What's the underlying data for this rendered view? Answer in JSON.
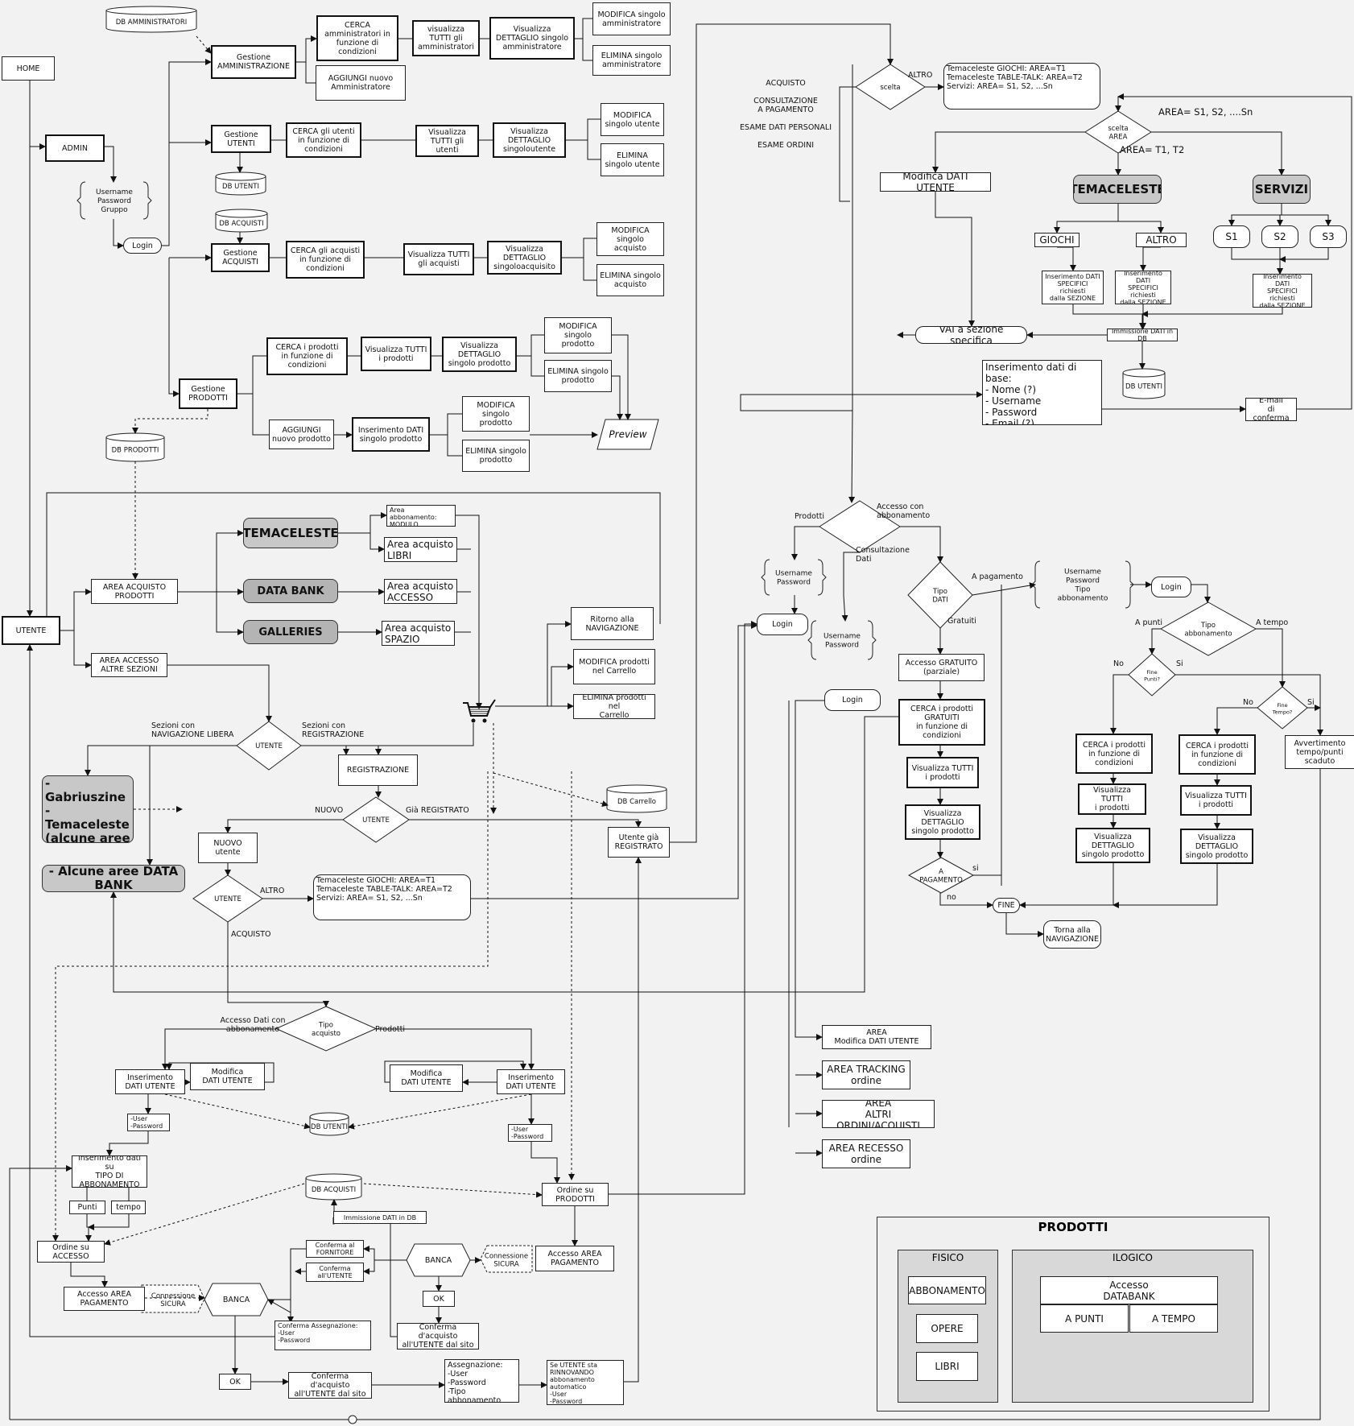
{
  "legend": {
    "title": "PRODOTTI",
    "fisico": {
      "title": "FISICO",
      "items": [
        "ABBONAMENTO",
        "OPERE",
        "LIBRI"
      ]
    },
    "ilogico": {
      "title": "ILOGICO",
      "items": [
        "Accesso\nDATABANK",
        "A PUNTI",
        "A TEMPO"
      ]
    }
  },
  "nodes": [
    {
      "id": "home",
      "text": "HOME",
      "cls": "box"
    },
    {
      "id": "admin",
      "text": "ADMIN",
      "cls": "box thick"
    },
    {
      "id": "login_admin",
      "text": "Login",
      "cls": "box rounded"
    },
    {
      "id": "utente",
      "text": "UTENTE",
      "cls": "box thick"
    },
    {
      "id": "gest_amm",
      "text": "Gestione\nAMMINISTRAZIONE",
      "cls": "box thick"
    },
    {
      "id": "cerca_amm",
      "text": "CERCA\namministratori in\nfunzione di condizioni",
      "cls": "box thick"
    },
    {
      "id": "vis_tutti_amm",
      "text": "visualizza\nTUTTI gli\namministratori",
      "cls": "box thick"
    },
    {
      "id": "vis_det_amm",
      "text": "Visualizza\nDETTAGLIO singolo\namministratore",
      "cls": "box thick"
    },
    {
      "id": "mod_amm",
      "text": "MODIFICA singolo\namministratore",
      "cls": "box"
    },
    {
      "id": "elim_amm",
      "text": "ELIMINA singolo\namministratore",
      "cls": "box"
    },
    {
      "id": "agg_amm",
      "text": "AGGIUNGI nuovo\nAmministratore",
      "cls": "box"
    },
    {
      "id": "gest_ut",
      "text": "Gestione\nUTENTI",
      "cls": "box thick"
    },
    {
      "id": "cerca_ut",
      "text": "CERCA gli utenti\nin funzione di\ncondizioni",
      "cls": "box thick"
    },
    {
      "id": "vis_tutti_ut",
      "text": "Visualizza\nTUTTI gli utenti",
      "cls": "box thick"
    },
    {
      "id": "vis_det_ut",
      "text": "Visualizza\nDETTAGLIO\nsingoloutente",
      "cls": "box thick"
    },
    {
      "id": "mod_ut",
      "text": "MODIFICA\nsingolo utente",
      "cls": "box"
    },
    {
      "id": "elim_ut",
      "text": "ELIMINA\nsingolo utente",
      "cls": "box"
    },
    {
      "id": "gest_acq",
      "text": "Gestione\nACQUISTI",
      "cls": "box thick"
    },
    {
      "id": "cerca_acq",
      "text": "CERCA gli acquisti\nin funzione di\ncondizioni",
      "cls": "box thick"
    },
    {
      "id": "vis_tutti_acq",
      "text": "Visualizza TUTTI\ngli acquisti",
      "cls": "box thick"
    },
    {
      "id": "vis_det_acq",
      "text": "Visualizza\nDETTAGLIO\nsingoloacquisito",
      "cls": "box thick"
    },
    {
      "id": "mod_acq",
      "text": "MODIFICA\nsingolo\nacquisto",
      "cls": "box"
    },
    {
      "id": "elim_acq",
      "text": "ELIMINA singolo\nacquisto",
      "cls": "box"
    },
    {
      "id": "gest_prod",
      "text": "Gestione\nPRODOTTI",
      "cls": "box thick"
    },
    {
      "id": "cerca_prod",
      "text": "CERCA i prodotti\nin funzione di\ncondizioni",
      "cls": "box thick"
    },
    {
      "id": "vis_tutti_prod",
      "text": "Visualizza TUTTI\ni prodotti",
      "cls": "box thick"
    },
    {
      "id": "vis_det_prod",
      "text": "Visualizza\nDETTAGLIO\nsingolo prodotto",
      "cls": "box thick"
    },
    {
      "id": "mod_prod",
      "text": "MODIFICA\nsingolo\nprodotto",
      "cls": "box"
    },
    {
      "id": "elim_prod",
      "text": "ELIMINA singolo\nprodotto",
      "cls": "box"
    },
    {
      "id": "agg_prod",
      "text": "AGGIUNGI\nnuovo prodotto",
      "cls": "box"
    },
    {
      "id": "ins_dati_prod",
      "text": "Inserimento DATI\nsingolo prodotto",
      "cls": "box thick"
    },
    {
      "id": "mod_prod2",
      "text": "MODIFICA\nsingolo\nprodotto",
      "cls": "box"
    },
    {
      "id": "elim_prod2",
      "text": "ELIMINA singolo\nprodotto",
      "cls": "box"
    },
    {
      "id": "area_acq_prod",
      "text": "AREA ACQUISTO\nPRODOTTI",
      "cls": "box"
    },
    {
      "id": "area_acc_altre",
      "text": "AREA ACCESSO\nALTRE SEZIONI",
      "cls": "box"
    },
    {
      "id": "temaceleste_l",
      "text": "TEMACELESTE",
      "cls": "box grey"
    },
    {
      "id": "databank_l",
      "text": "DATA BANK",
      "cls": "box grey greydark"
    },
    {
      "id": "galleries_l",
      "text": "GALLERIES",
      "cls": "box grey greydark"
    },
    {
      "id": "area_abb_mod",
      "text": "Area abbonamento:\nMODULO",
      "cls": "box left small"
    },
    {
      "id": "area_acq_libri",
      "text": "Area acquisto\nLIBRI",
      "cls": "box left big"
    },
    {
      "id": "area_acq_accesso",
      "text": "Area acquisto\nACCESSO",
      "cls": "box left big"
    },
    {
      "id": "area_acq_spazio",
      "text": "Area acquisto\nSPAZIO",
      "cls": "box left big"
    },
    {
      "id": "ritorno_nav",
      "text": "Ritorno alla\nNAVIGAZIONE",
      "cls": "box"
    },
    {
      "id": "mod_carrello",
      "text": "MODIFICA  prodotti\nnel Carrello",
      "cls": "box"
    },
    {
      "id": "elim_carrello",
      "text": "ELIMINA prodotti nel\nCarrello",
      "cls": "box"
    },
    {
      "id": "gabriuszine",
      "text": "- Gabriuszine\n- Temaceleste\n(alcune aree )\n- Galleries",
      "cls": "box grey left"
    },
    {
      "id": "alcune_databank",
      "text": "- Alcune aree DATA BANK",
      "cls": "box grey"
    },
    {
      "id": "registrazione",
      "text": "REGISTRAZIONE",
      "cls": "box"
    },
    {
      "id": "nuovo_utente",
      "text": "NUOVO\nutente",
      "cls": "box"
    },
    {
      "id": "utente_gia_reg",
      "text": "Utente già\nREGISTRATO",
      "cls": "box"
    },
    {
      "id": "temaceleste_info_l",
      "text": "Temaceleste GIOCHI: AREA=T1\nTemaceleste TABLE-TALK: AREA=T2\nServizi: AREA= S1, S2, ...Sn",
      "cls": "box left rounded"
    },
    {
      "id": "ins_dati_ut_l",
      "text": "Inserimento\nDATI UTENTE",
      "cls": "box"
    },
    {
      "id": "mod_dati_ut_l",
      "text": "Modifica\nDATI UTENTE",
      "cls": "box"
    },
    {
      "id": "mod_dati_ut_r",
      "text": "Modifica\nDATI UTENTE",
      "cls": "box"
    },
    {
      "id": "ins_dati_ut_r",
      "text": "Inserimento\nDATI UTENTE",
      "cls": "box"
    },
    {
      "id": "user_pw_l",
      "text": "-User\n-Password",
      "cls": "box left small"
    },
    {
      "id": "user_pw_r",
      "text": "-User\n-Password",
      "cls": "box left small"
    },
    {
      "id": "ins_tipo_abb",
      "text": "Inserimento dati su\nTIPO DI\nABBONAMENTO",
      "cls": "box"
    },
    {
      "id": "punti",
      "text": "Punti",
      "cls": "box"
    },
    {
      "id": "tempo",
      "text": "tempo",
      "cls": "box"
    },
    {
      "id": "ordine_accesso",
      "text": "Ordine su\nACCESSO",
      "cls": "box"
    },
    {
      "id": "ordine_prodotti",
      "text": "Ordine su\nPRODOTTI",
      "cls": "box"
    },
    {
      "id": "immissione_db_l",
      "text": "Immissione DATI in DB",
      "cls": "box small"
    },
    {
      "id": "conf_fornitore",
      "text": "Conferma al\nFORNITORE",
      "cls": "box small"
    },
    {
      "id": "conf_utente",
      "text": "Conferma\nall'UTENTE",
      "cls": "box small"
    },
    {
      "id": "acc_area_pag_r",
      "text": "Accesso AREA\nPAGAMENTO",
      "cls": "box"
    },
    {
      "id": "acc_area_pag_l",
      "text": "Accesso AREA\nPAGAMENTO",
      "cls": "box"
    },
    {
      "id": "ok_r",
      "text": "OK",
      "cls": "box"
    },
    {
      "id": "conf_acq_r",
      "text": "Conferma d'acquisto\nall'UTENTE dal sito",
      "cls": "box"
    },
    {
      "id": "conf_assegn",
      "text": "Conferma Assegnazione:\n-User\n-Password",
      "cls": "box left small"
    },
    {
      "id": "ok_l",
      "text": "OK",
      "cls": "box"
    },
    {
      "id": "conf_acq_l",
      "text": "Conferma d'acquisto\nall'UTENTE dal sito",
      "cls": "box"
    },
    {
      "id": "assegnazione",
      "text": "Assegnazione:\n-User\n-Password\n-Tipo abbonamento",
      "cls": "box left"
    },
    {
      "id": "rinnovando",
      "text": "Se UTENTE sta\nRINNOVANDO\nabbonamento automatico\n-User\n-Password",
      "cls": "box left small"
    },
    {
      "id": "temaceleste_info_r",
      "text": "Temaceleste GIOCHI: AREA=T1\nTemaceleste TABLE-TALK: AREA=T2\nServizi: AREA= S1, S2, ...Sn",
      "cls": "box left rounded"
    },
    {
      "id": "mod_dati_ut_top",
      "text": "Modifica DATI UTENTE",
      "cls": "box big"
    },
    {
      "id": "temaceleste_r",
      "text": "TEMACELESTE",
      "cls": "box grey"
    },
    {
      "id": "servizi_r",
      "text": "SERVIZI",
      "cls": "box grey"
    },
    {
      "id": "giochi",
      "text": "GIOCHI",
      "cls": "box big"
    },
    {
      "id": "altro_r",
      "text": "ALTRO",
      "cls": "box big"
    },
    {
      "id": "s1",
      "text": "S1",
      "cls": "box rounded big"
    },
    {
      "id": "s2",
      "text": "S2",
      "cls": "box rounded big"
    },
    {
      "id": "s3",
      "text": "S3",
      "cls": "box rounded big"
    },
    {
      "id": "ins_spec_1",
      "text": "Inserimento DATI\nSPECIFICI richiesti\ndalla SEZIONE",
      "cls": "box small"
    },
    {
      "id": "ins_spec_2",
      "text": "Inserimento DATI\nSPECIFICI richiesti\ndalla SEZIONE",
      "cls": "box small"
    },
    {
      "id": "ins_spec_3",
      "text": "Inserimento DATI\nSPECIFICI richiesti\ndalla SEZIONE",
      "cls": "box small"
    },
    {
      "id": "immissione_db_r",
      "text": "Immissione DATI in DB",
      "cls": "box small"
    },
    {
      "id": "vai_sezione",
      "text": "VAI a sezione specifica",
      "cls": "box rounded big"
    },
    {
      "id": "ins_dati_base",
      "text": "Inserimento dati di base:\n- Nome (?)\n- Username\n- Password\n- Email (?)",
      "cls": "box left big"
    },
    {
      "id": "email_conf",
      "text": "E-mail\ndi conferma",
      "cls": "box"
    },
    {
      "id": "login_r1",
      "text": "Login",
      "cls": "box rounded"
    },
    {
      "id": "login_r2",
      "text": "Login",
      "cls": "box rounded"
    },
    {
      "id": "login_r3",
      "text": "Login",
      "cls": "box rounded"
    },
    {
      "id": "acc_gratuito",
      "text": "Accesso GRATUITO\n(parziale)",
      "cls": "box"
    },
    {
      "id": "cerca_grat",
      "text": "CERCA i prodotti\nGRATUITI\nin funzione di\ncondizioni",
      "cls": "box thick"
    },
    {
      "id": "vis_tutti_grat",
      "text": "Visualizza TUTTI\ni prodotti",
      "cls": "box thick"
    },
    {
      "id": "vis_det_grat",
      "text": "Visualizza\nDETTAGLIO\nsingolo prodotto",
      "cls": "box thick"
    },
    {
      "id": "fine",
      "text": "FINE",
      "cls": "box rounded"
    },
    {
      "id": "torna_nav",
      "text": "Torna alla\nNAVIGAZIONE",
      "cls": "box rounded"
    },
    {
      "id": "cerca_punti",
      "text": "CERCA i prodotti\nin funzione di\ncondizioni",
      "cls": "box thick"
    },
    {
      "id": "vis_tutti_punti",
      "text": "Visualizza TUTTI\ni prodotti",
      "cls": "box thick"
    },
    {
      "id": "vis_det_punti",
      "text": "Visualizza\nDETTAGLIO\nsingolo prodotto",
      "cls": "box thick"
    },
    {
      "id": "cerca_tempo",
      "text": "CERCA i prodotti\nin funzione di\ncondizioni",
      "cls": "box thick"
    },
    {
      "id": "vis_tutti_tempo",
      "text": "Visualizza TUTTI\ni prodotti",
      "cls": "box thick"
    },
    {
      "id": "vis_det_tempo",
      "text": "Visualizza\nDETTAGLIO\nsingolo prodotto",
      "cls": "box thick"
    },
    {
      "id": "avvertimento",
      "text": "Avvertimento\ntempo/punti\nscaduto",
      "cls": "box"
    },
    {
      "id": "area_mod_dati",
      "text": "AREA\nModifica DATI UTENTE",
      "cls": "box"
    },
    {
      "id": "area_tracking",
      "text": "AREA TRACKING\nordine",
      "cls": "box big"
    },
    {
      "id": "area_altri",
      "text": "AREA\nALTRI ORDINI/ACQUISTI",
      "cls": "box big"
    },
    {
      "id": "area_recesso",
      "text": "AREA RECESSO\nordine",
      "cls": "box big"
    },
    {
      "id": "lg_abb",
      "text": "ABBONAMENTO",
      "cls": "box big"
    },
    {
      "id": "lg_opere",
      "text": "OPERE",
      "cls": "box big"
    },
    {
      "id": "lg_libri",
      "text": "LIBRI",
      "cls": "box big"
    },
    {
      "id": "lg_acc_db",
      "text": "Accesso\nDATABANK",
      "cls": "box big"
    },
    {
      "id": "lg_punti",
      "text": "A PUNTI",
      "cls": "box big"
    },
    {
      "id": "lg_tempo",
      "text": "A TEMPO",
      "cls": "box big"
    }
  ],
  "databases": [
    {
      "id": "db_amm",
      "text": "DB AMMINISTRATORI"
    },
    {
      "id": "db_utenti_top",
      "text": "DB UTENTI"
    },
    {
      "id": "db_acquisti_top",
      "text": "DB ACQUISTI"
    },
    {
      "id": "db_prodotti",
      "text": "DB PRODOTTI"
    },
    {
      "id": "db_carrello",
      "text": "DB Carrello"
    },
    {
      "id": "db_utenti_mid",
      "text": "DB UTENTI"
    },
    {
      "id": "db_acquisti_mid",
      "text": "DB ACQUISTI"
    },
    {
      "id": "db_utenti_r",
      "text": "DB UTENTI"
    }
  ],
  "diamonds": [
    {
      "id": "d_utente1",
      "text": "UTENTE"
    },
    {
      "id": "d_utente2",
      "text": "UTENTE"
    },
    {
      "id": "d_utente3",
      "text": "UTENTE"
    },
    {
      "id": "d_tipo_acq",
      "text": "Tipo\nacquisto"
    },
    {
      "id": "d_scelta",
      "text": "scelta"
    },
    {
      "id": "d_scelta_area",
      "text": "scelta\nAREA"
    },
    {
      "id": "d_main_r",
      "text": ""
    },
    {
      "id": "d_tipo_dati",
      "text": "Tipo\nDATI"
    },
    {
      "id": "d_pagamento",
      "text": "A\nPAGAMENTO"
    },
    {
      "id": "d_tipo_abb",
      "text": "Tipo\nabbonamento"
    },
    {
      "id": "d_fine_punti",
      "text": "Fine\nPunti?"
    },
    {
      "id": "d_fine_tempo",
      "text": "Fine\nTempo?"
    }
  ],
  "hexagons": [
    {
      "id": "banca_r",
      "text": "BANCA"
    },
    {
      "id": "banca_l",
      "text": "BANCA"
    }
  ],
  "braces": [
    {
      "id": "br_admin",
      "text": "Username\nPassword\nGruppo"
    },
    {
      "id": "br_r1",
      "text": "Username\nPassword"
    },
    {
      "id": "br_r2",
      "text": "Username\nPassword"
    },
    {
      "id": "br_r3",
      "text": "Username\nPassword\nTipo\nabbonamento"
    }
  ],
  "connessioni": [
    {
      "id": "conn_r",
      "text": "Connessione\nSICURA"
    },
    {
      "id": "conn_l",
      "text": "Connessione\nSICURA"
    }
  ],
  "preview": "Preview",
  "labels": [
    {
      "id": "lb_sez_libera",
      "text": "Sezioni con\nNAVIGAZIONE LIBERA"
    },
    {
      "id": "lb_sez_reg",
      "text": "Sezioni con\nREGISTRAZIONE"
    },
    {
      "id": "lb_nuovo",
      "text": "NUOVO"
    },
    {
      "id": "lb_gia_reg",
      "text": "Già REGISTRATO"
    },
    {
      "id": "lb_altro_l",
      "text": "ALTRO"
    },
    {
      "id": "lb_acquisto_l",
      "text": "ACQUISTO"
    },
    {
      "id": "lb_acc_abb",
      "text": "Accesso Dati con\nabbonamento"
    },
    {
      "id": "lb_prodotti_l",
      "text": "Prodotti"
    },
    {
      "id": "lb_menu",
      "text": "ACQUISTO\n\nCONSULTAZIONE\nA PAGAMENTO\n\nESAME DATI PERSONALI\n\nESAME ORDINI"
    },
    {
      "id": "lb_altro_r",
      "text": "ALTRO"
    },
    {
      "id": "lb_area_s",
      "text": "AREA= S1, S2, ....Sn"
    },
    {
      "id": "lb_area_t",
      "text": "AREA= T1, T2"
    },
    {
      "id": "lb_prodotti_r",
      "text": "Prodotti"
    },
    {
      "id": "lb_acc_abb_r",
      "text": "Accesso con\nabbonamento"
    },
    {
      "id": "lb_consult",
      "text": "Consultazione\nDati"
    },
    {
      "id": "lb_a_pag",
      "text": "A pagamento"
    },
    {
      "id": "lb_gratuiti",
      "text": "Gratuiti"
    },
    {
      "id": "lb_a_punti",
      "text": "A punti"
    },
    {
      "id": "lb_a_tempo",
      "text": "A tempo"
    },
    {
      "id": "lb_no1",
      "text": "No"
    },
    {
      "id": "lb_si1",
      "text": "Si"
    },
    {
      "id": "lb_no2",
      "text": "No"
    },
    {
      "id": "lb_si2",
      "text": "Si"
    },
    {
      "id": "lb_si3",
      "text": "si"
    },
    {
      "id": "lb_no3",
      "text": "no"
    }
  ]
}
